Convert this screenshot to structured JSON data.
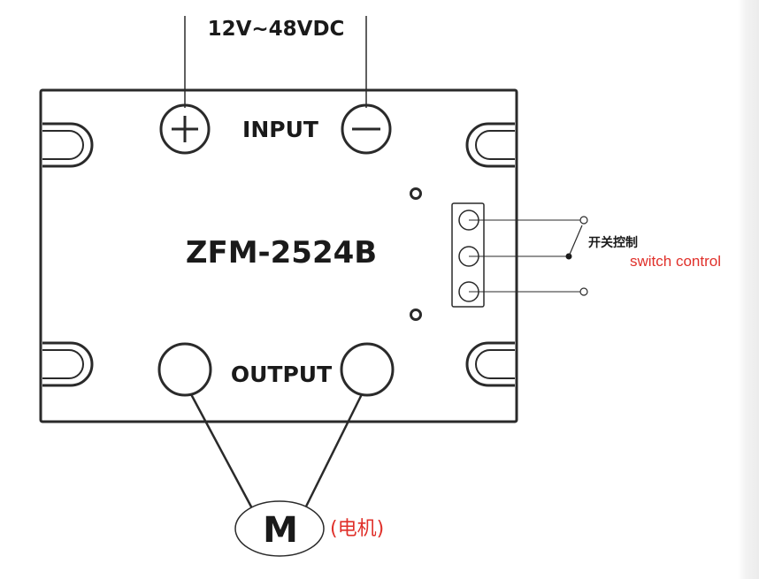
{
  "supply_voltage": "12V~48VDC",
  "input_label": "INPUT",
  "output_label": "OUTPUT",
  "model_name": "ZFM-2524B",
  "switch_label_cn": "开关控制",
  "switch_label_en": "switch control",
  "motor_symbol": "M",
  "motor_note": "(电机)",
  "icons": {
    "positive": "plus-icon",
    "negative": "minus-icon"
  },
  "colors": {
    "lines": "#2a2a2a",
    "annotation_red": "#e0302a"
  }
}
